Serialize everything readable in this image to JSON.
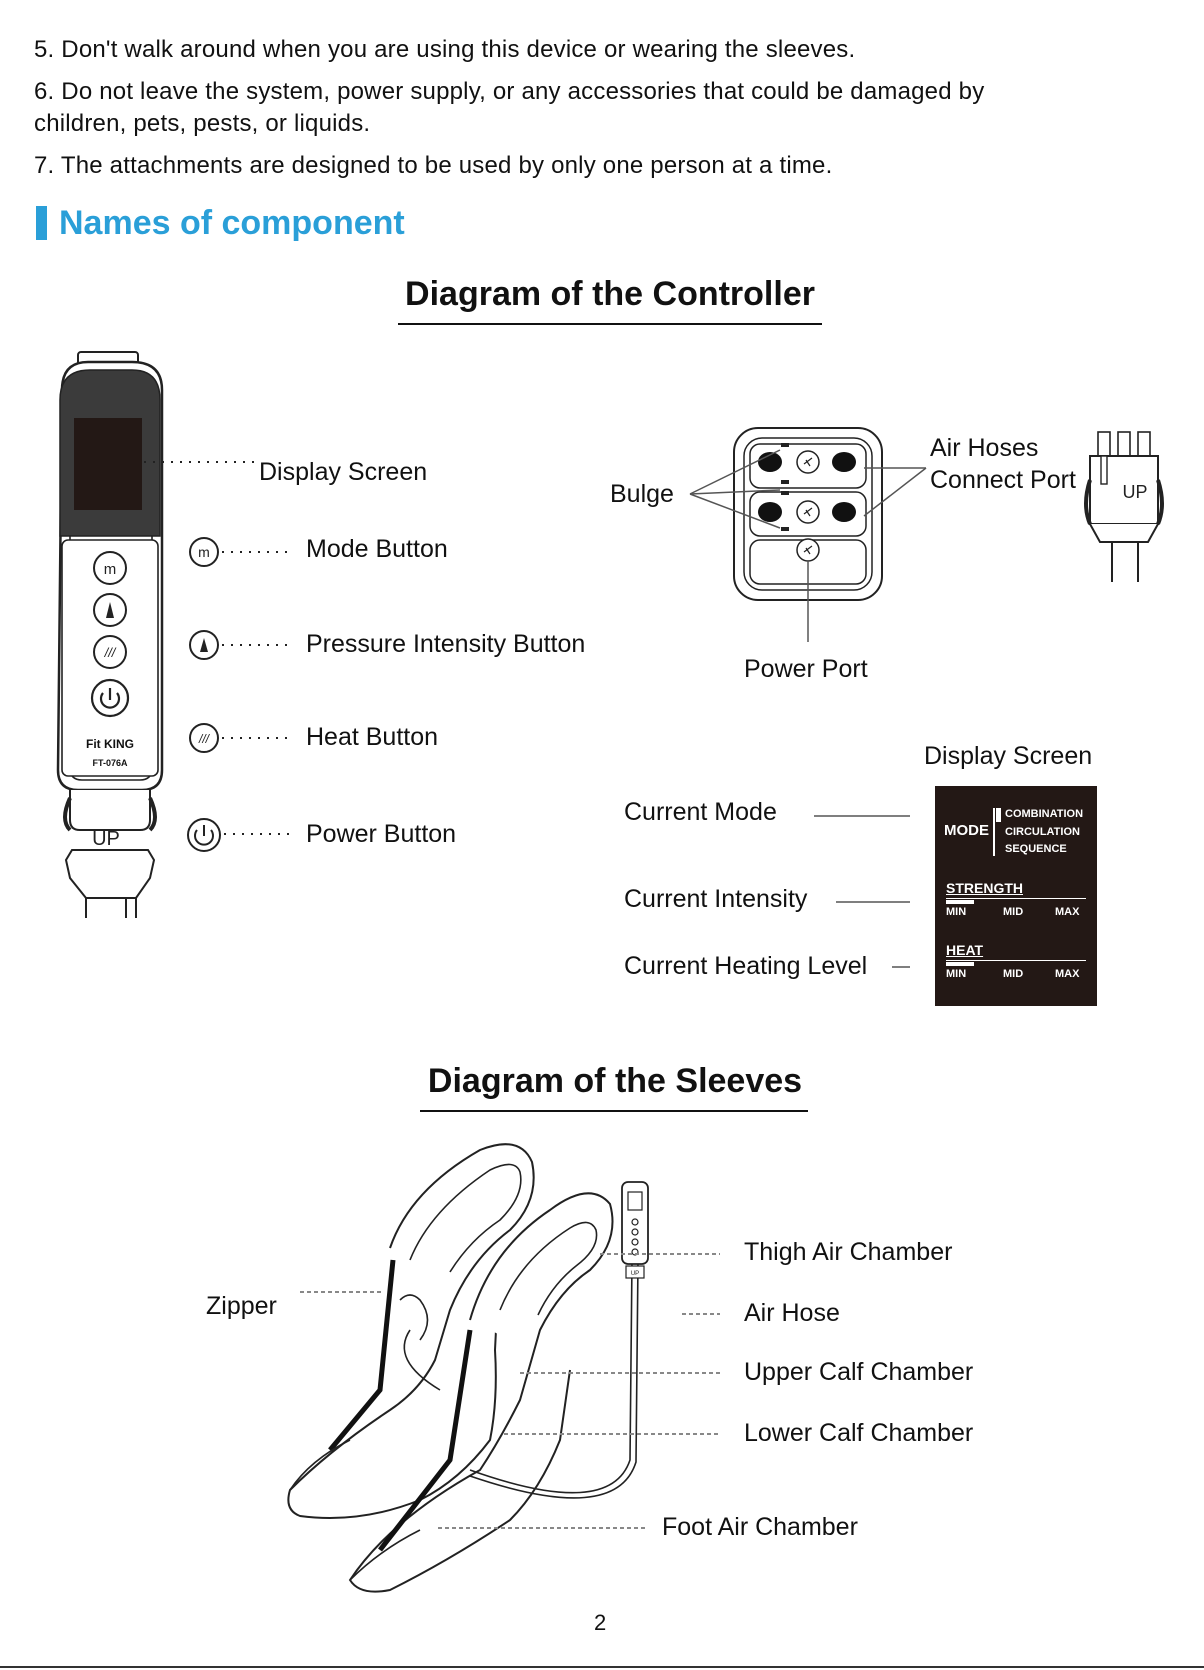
{
  "rules": [
    "5. Don't walk around when you are using this device or wearing the sleeves.",
    "6. Do not leave the system, power supply, or any accessories that could be damaged by",
    "children, pets, pests, or liquids.",
    "7. The attachments are designed to be used by only one person at a time."
  ],
  "section_title": "Names of component",
  "controller": {
    "title": "Diagram of the Controller",
    "brand": "Fit KING",
    "model": "FT-076A",
    "plug_label": "UP",
    "labels": {
      "display_screen": "Display Screen",
      "mode_button": "Mode Button",
      "pressure_button": "Pressure Intensity Button",
      "heat_button": "Heat Button",
      "power_button": "Power Button"
    },
    "port": {
      "bulge": "Bulge",
      "air_hoses_1": "Air Hoses",
      "air_hoses_2": "Connect Port",
      "power_port": "Power Port",
      "plug_label": "UP"
    },
    "display": {
      "heading": "Display Screen",
      "current_mode": "Current Mode",
      "current_intensity": "Current Intensity",
      "current_heating": "Current Heating Level",
      "mode_label": "MODE",
      "modes": [
        "COMBINATION",
        "CIRCULATION",
        "SEQUENCE"
      ],
      "strength_label": "STRENGTH",
      "heat_label": "HEAT",
      "scale": [
        "MIN",
        "MID",
        "MAX"
      ]
    }
  },
  "sleeves": {
    "title": "Diagram of the Sleeves",
    "labels": {
      "zipper": "Zipper",
      "thigh": "Thigh Air Chamber",
      "air_hose": "Air Hose",
      "upper_calf": "Upper Calf Chamber",
      "lower_calf": "Lower Calf Chamber",
      "foot": "Foot Air Chamber"
    },
    "controller_plug_label": "UP"
  },
  "page_number": "2",
  "colors": {
    "accent": "#2a9fd8",
    "text": "#111111",
    "display_bg": "#231815"
  }
}
